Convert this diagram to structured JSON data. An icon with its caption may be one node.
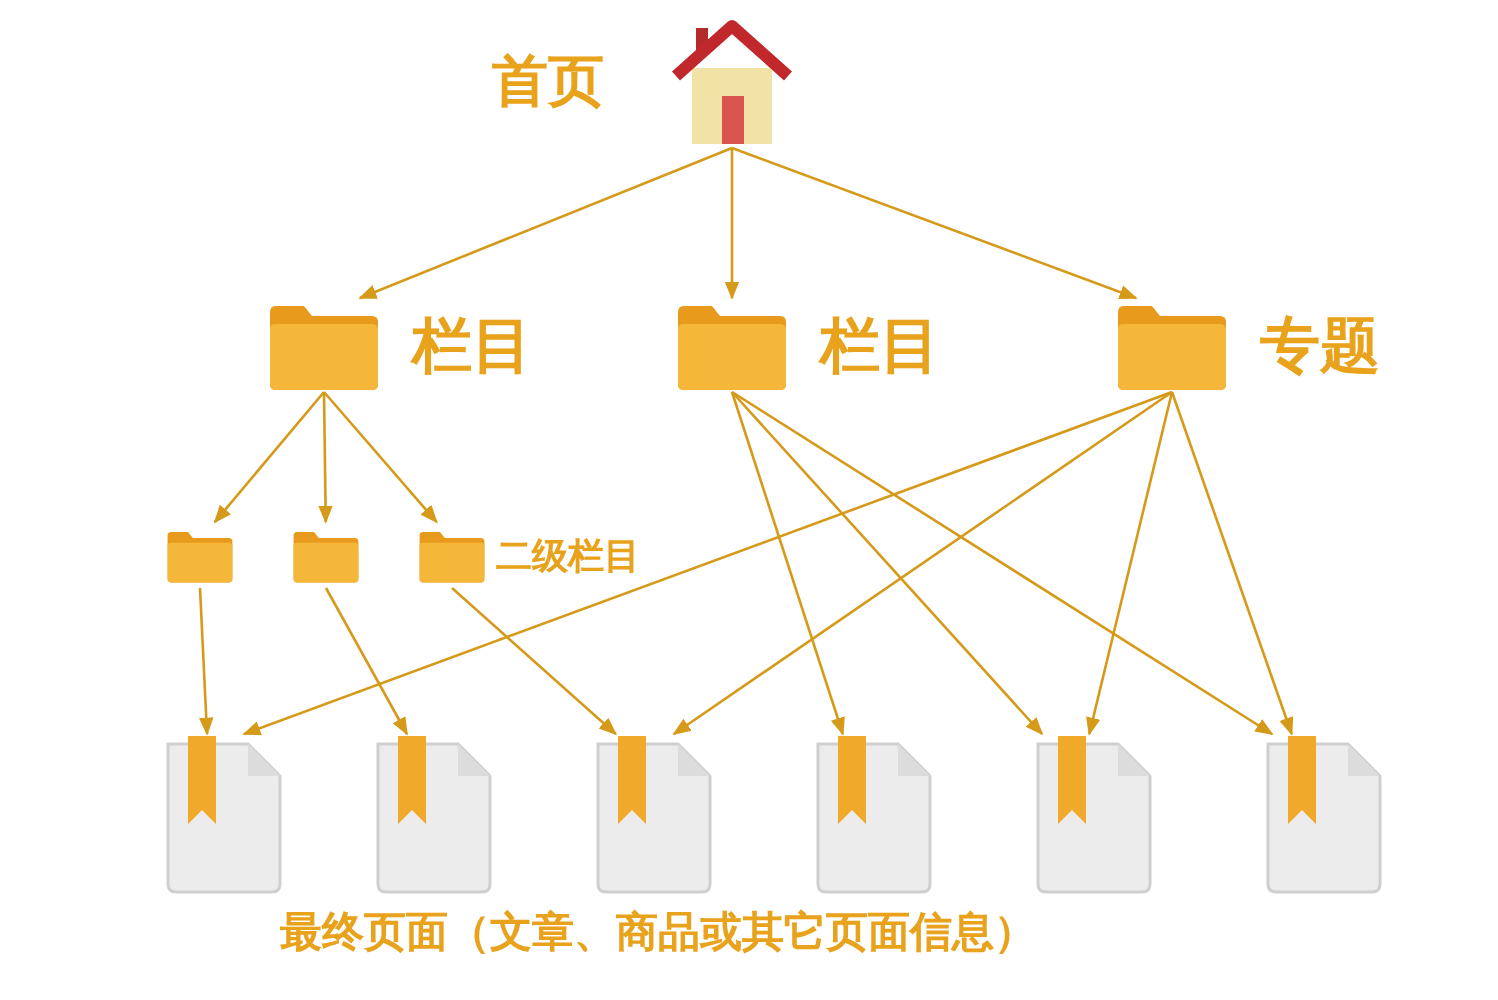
{
  "diagram": {
    "nodes": [
      {
        "text": [
          "首页"
        ]
      },
      {
        "text": [
          "栏目"
        ]
      },
      {
        "text": [
          "栏目"
        ]
      },
      {
        "text": [
          "专题"
        ]
      },
      {
        "text": [],
        "shape": "picture"
      },
      {
        "text": [],
        "shape": "picture"
      },
      {
        "text": [
          "二级栏目"
        ]
      },
      {
        "text": [],
        "shape": "picture"
      },
      {
        "text": [],
        "shape": "picture"
      },
      {
        "text": [],
        "shape": "picture"
      },
      {
        "text": [],
        "shape": "picture"
      },
      {
        "text": [],
        "shape": "picture"
      },
      {
        "text": [],
        "shape": "picture"
      }
    ],
    "edges": [
      {
        "from": 0,
        "to": 1,
        "arrow": "to"
      },
      {
        "from": 0,
        "to": 2,
        "arrow": "to"
      },
      {
        "from": 0,
        "to": 3,
        "arrow": "to"
      },
      {
        "from": 1,
        "to": 4,
        "arrow": "to"
      },
      {
        "from": 1,
        "to": 5,
        "arrow": "to"
      },
      {
        "from": 1,
        "to": 6,
        "arrow": "to"
      },
      {
        "from": 4,
        "to": 7,
        "arrow": "to"
      },
      {
        "from": 5,
        "to": 8,
        "arrow": "to"
      },
      {
        "from": 6,
        "to": 9,
        "arrow": "to"
      },
      {
        "from": 2,
        "to": 10,
        "arrow": "to"
      },
      {
        "from": 2,
        "to": 11,
        "arrow": "to"
      },
      {
        "from": 2,
        "to": 12,
        "arrow": "to"
      },
      {
        "from": 3,
        "to": 7,
        "arrow": "to"
      },
      {
        "from": 3,
        "to": 9,
        "arrow": "to"
      },
      {
        "from": 3,
        "to": 11,
        "arrow": "to"
      },
      {
        "from": 3,
        "to": 12,
        "arrow": "to"
      }
    ],
    "labels": [
      "最终页面（文章、商品或其它页面信息）"
    ]
  }
}
